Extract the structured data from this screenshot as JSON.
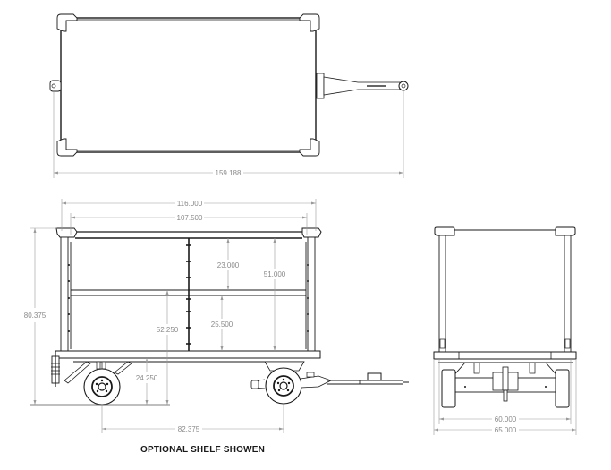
{
  "drawing": {
    "caption": "OPTIONAL SHELF SHOWEN",
    "views": {
      "top": {
        "name": "top-view",
        "dimensions": {
          "overall_length": "159.188"
        }
      },
      "side": {
        "name": "side-view",
        "dimensions": {
          "outer_length": "116.000",
          "inner_length": "107.500",
          "overall_height": "80.375",
          "upper_shelf_clearance": "23.000",
          "interior_height": "51.000",
          "lower_shelf_clearance": "25.500",
          "shelf_height_from_ground": "52.250",
          "deck_height": "24.250",
          "wheelbase": "82.375"
        }
      },
      "end": {
        "name": "end-view",
        "dimensions": {
          "inner_width": "60.000",
          "overall_width": "65.000"
        }
      }
    },
    "colors": {
      "line": "#1a1a1a",
      "dimension": "#9a9a9a",
      "background": "#ffffff"
    }
  }
}
